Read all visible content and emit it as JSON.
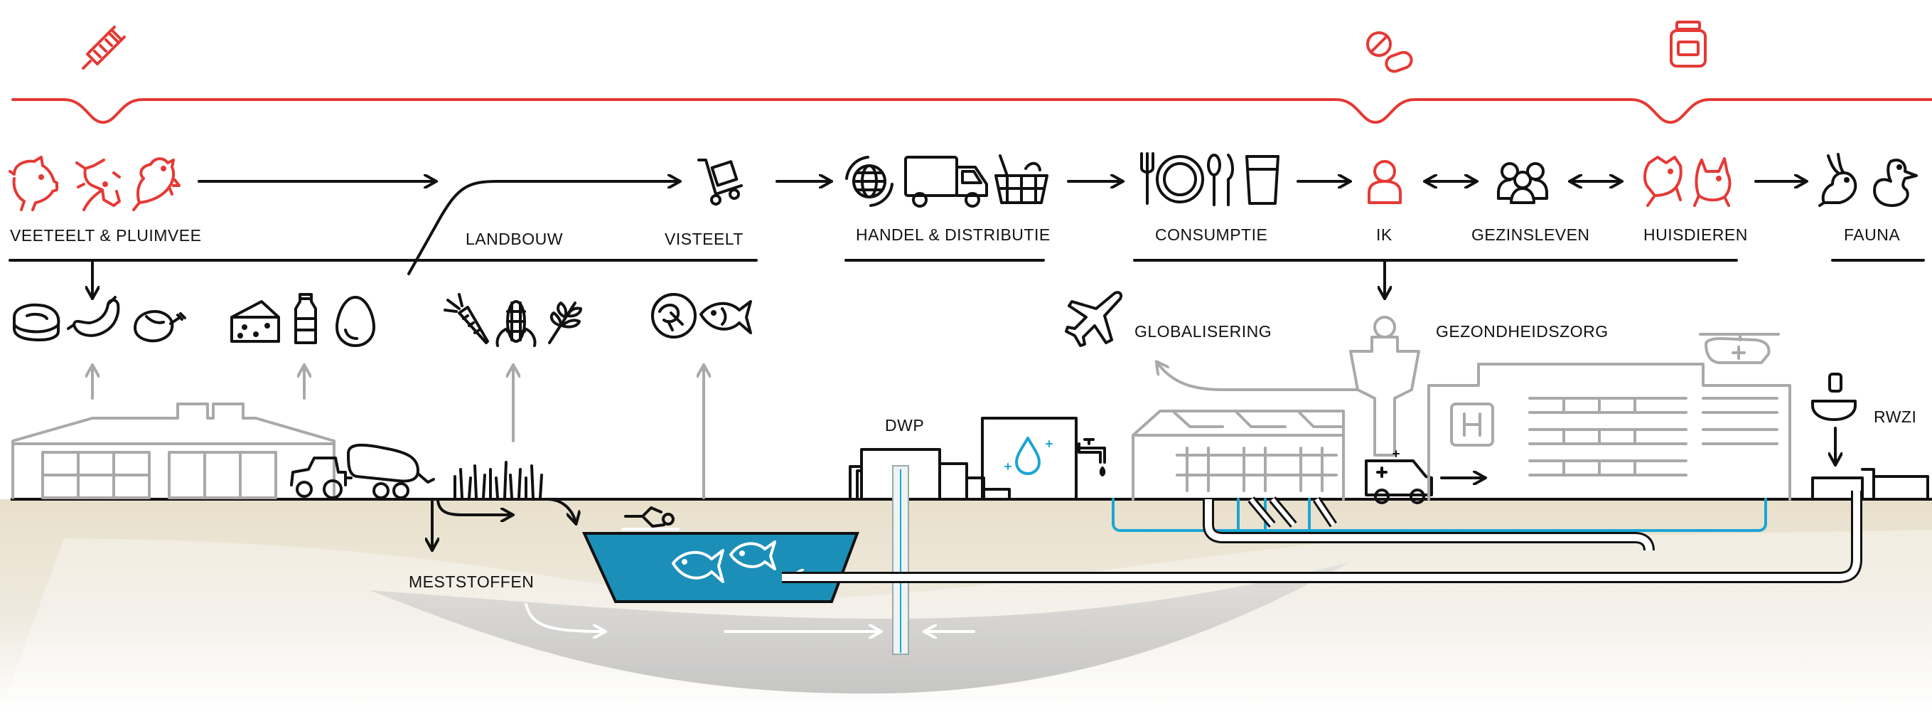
{
  "colors": {
    "accent_red": "#e53935",
    "water_blue": "#1ba5d4",
    "building_gray": "#a9a9a9",
    "soil": "#ede6d6",
    "line_black": "#111111"
  },
  "top_icons": [
    "syringe-icon",
    "pills-icon",
    "supplement-jar-icon"
  ],
  "stages": {
    "veeteelt": "VEETEELT & PLUIMVEE",
    "landbouw": "LANDBOUW",
    "visteelt": "VISTEELT",
    "handel": "HANDEL & DISTRIBUTIE",
    "consumptie": "CONSUMPTIE",
    "ik": "IK",
    "gezinsleven": "GEZINSLEVEN",
    "huisdieren": "HUISDIEREN",
    "fauna": "FAUNA"
  },
  "labels": {
    "globalisering": "GLOBALISERING",
    "gezondheidszorg": "GEZONDHEIDSZORG",
    "dwp": "DWP",
    "rwzi": "RWZI",
    "meststoffen": "MESTSTOFFEN"
  },
  "icons": {
    "livestock": [
      "pig-icon",
      "cow-icon",
      "chicken-icon"
    ],
    "products_meat": [
      "steak-icon",
      "sausage-icon",
      "roast-chicken-icon"
    ],
    "products_dairy": [
      "cheese-icon",
      "milk-bottle-icon",
      "egg-icon"
    ],
    "crops": [
      "carrot-icon",
      "corn-icon",
      "wheat-icon"
    ],
    "fish_products": [
      "shrimp-icon",
      "fish-icon"
    ],
    "trade": [
      "globe-icon",
      "truck-icon",
      "basket-icon"
    ],
    "consumption": [
      "fork-icon",
      "plate-icon",
      "knife-spoon-icon",
      "glass-icon"
    ],
    "pets": [
      "dog-icon",
      "cat-icon"
    ],
    "wildlife": [
      "rabbit-icon",
      "duck-icon"
    ]
  }
}
